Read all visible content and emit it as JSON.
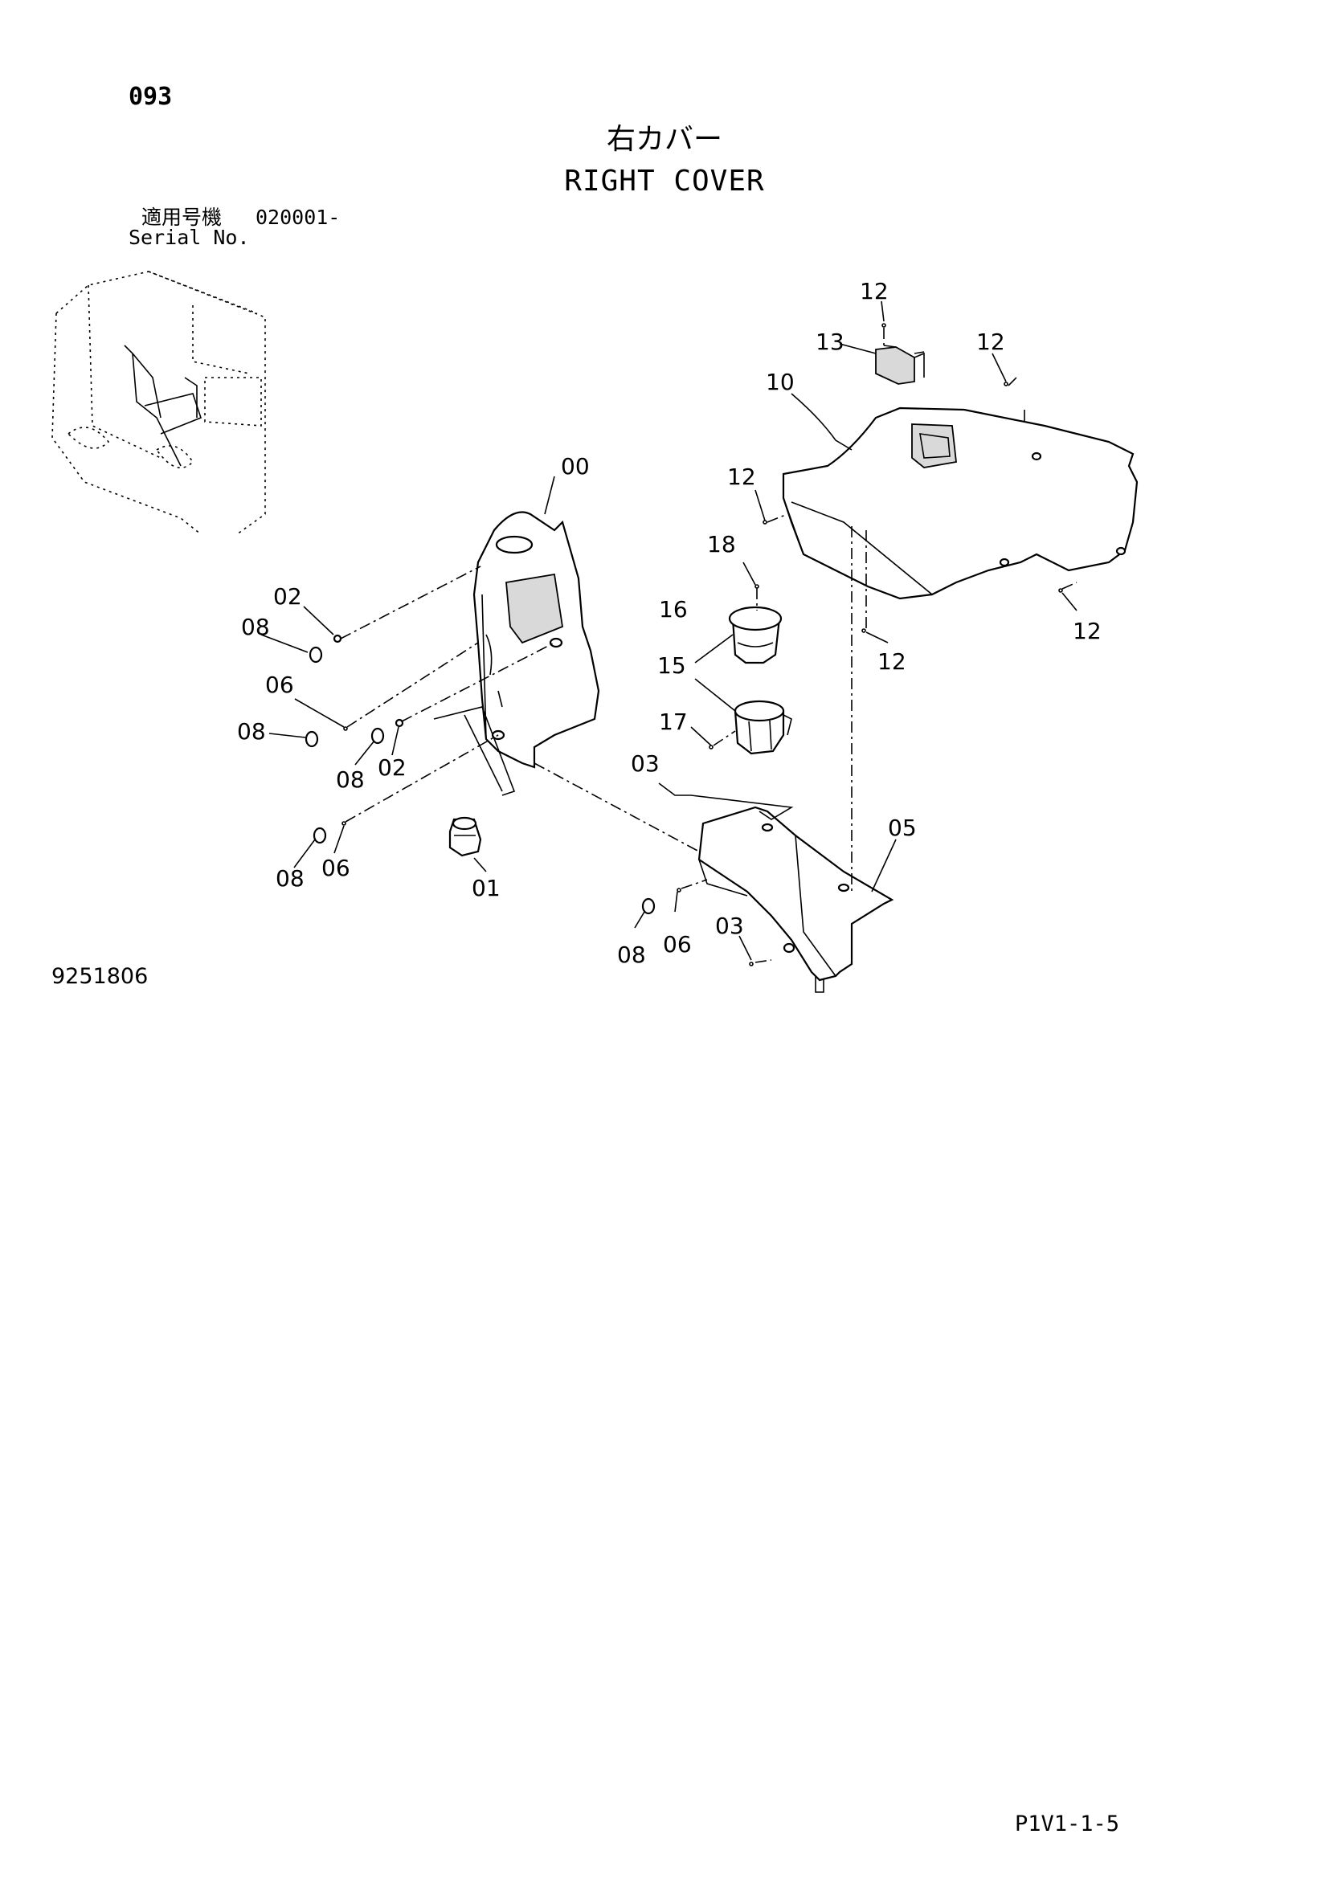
{
  "header": {
    "page_number": "093",
    "title_jp": "右カバー",
    "title_en": "RIGHT COVER",
    "serial_label_jp": "適用号機",
    "serial_range": "020001-",
    "serial_label_en": "Serial No."
  },
  "figure_number": "9251806",
  "page_code": "P1V1-1-5",
  "callouts": [
    {
      "id": "c-00",
      "label": "00"
    },
    {
      "id": "c-01",
      "label": "01"
    },
    {
      "id": "c-02a",
      "label": "02"
    },
    {
      "id": "c-02b",
      "label": "02"
    },
    {
      "id": "c-03a",
      "label": "03"
    },
    {
      "id": "c-03b",
      "label": "03"
    },
    {
      "id": "c-05",
      "label": "05"
    },
    {
      "id": "c-06a",
      "label": "06"
    },
    {
      "id": "c-06b",
      "label": "06"
    },
    {
      "id": "c-06c",
      "label": "06"
    },
    {
      "id": "c-08a",
      "label": "08"
    },
    {
      "id": "c-08b",
      "label": "08"
    },
    {
      "id": "c-08c",
      "label": "08"
    },
    {
      "id": "c-08d",
      "label": "08"
    },
    {
      "id": "c-08e",
      "label": "08"
    },
    {
      "id": "c-10",
      "label": "10"
    },
    {
      "id": "c-12a",
      "label": "12"
    },
    {
      "id": "c-12b",
      "label": "12"
    },
    {
      "id": "c-12c",
      "label": "12"
    },
    {
      "id": "c-12d",
      "label": "12"
    },
    {
      "id": "c-12e",
      "label": "12"
    },
    {
      "id": "c-13",
      "label": "13"
    },
    {
      "id": "c-15",
      "label": "15"
    },
    {
      "id": "c-16",
      "label": "16"
    },
    {
      "id": "c-17",
      "label": "17"
    },
    {
      "id": "c-18",
      "label": "18"
    }
  ]
}
